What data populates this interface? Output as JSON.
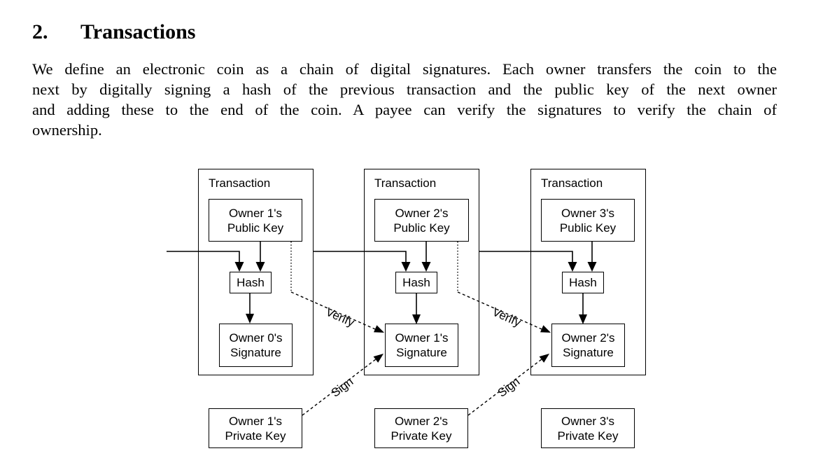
{
  "heading": {
    "number": "2.",
    "title": "Transactions"
  },
  "paragraph": {
    "lines": [
      "We define an electronic coin as a chain of digital signatures.  Each owner transfers the coin to the",
      "next by digitally signing a hash of the previous transaction and the public key of the next owner",
      "and adding these to the end of the coin.  A payee can verify the signatures to verify the chain of",
      "ownership."
    ]
  },
  "diagram": {
    "verify_label": "Verify",
    "sign_label": "Sign",
    "line_color": "#000000",
    "box_background": "#ffffff",
    "transactions": [
      {
        "title": "Transaction",
        "public_key": {
          "line1": "Owner 1's",
          "line2": "Public Key"
        },
        "hash": "Hash",
        "signature": {
          "line1": "Owner 0's",
          "line2": "Signature"
        },
        "private_key": {
          "line1": "Owner 1's",
          "line2": "Private Key"
        }
      },
      {
        "title": "Transaction",
        "public_key": {
          "line1": "Owner 2's",
          "line2": "Public Key"
        },
        "hash": "Hash",
        "signature": {
          "line1": "Owner 1's",
          "line2": "Signature"
        },
        "private_key": {
          "line1": "Owner 2's",
          "line2": "Private Key"
        }
      },
      {
        "title": "Transaction",
        "public_key": {
          "line1": "Owner 3's",
          "line2": "Public Key"
        },
        "hash": "Hash",
        "signature": {
          "line1": "Owner 2's",
          "line2": "Signature"
        },
        "private_key": {
          "line1": "Owner 3's",
          "line2": "Private Key"
        }
      }
    ]
  }
}
